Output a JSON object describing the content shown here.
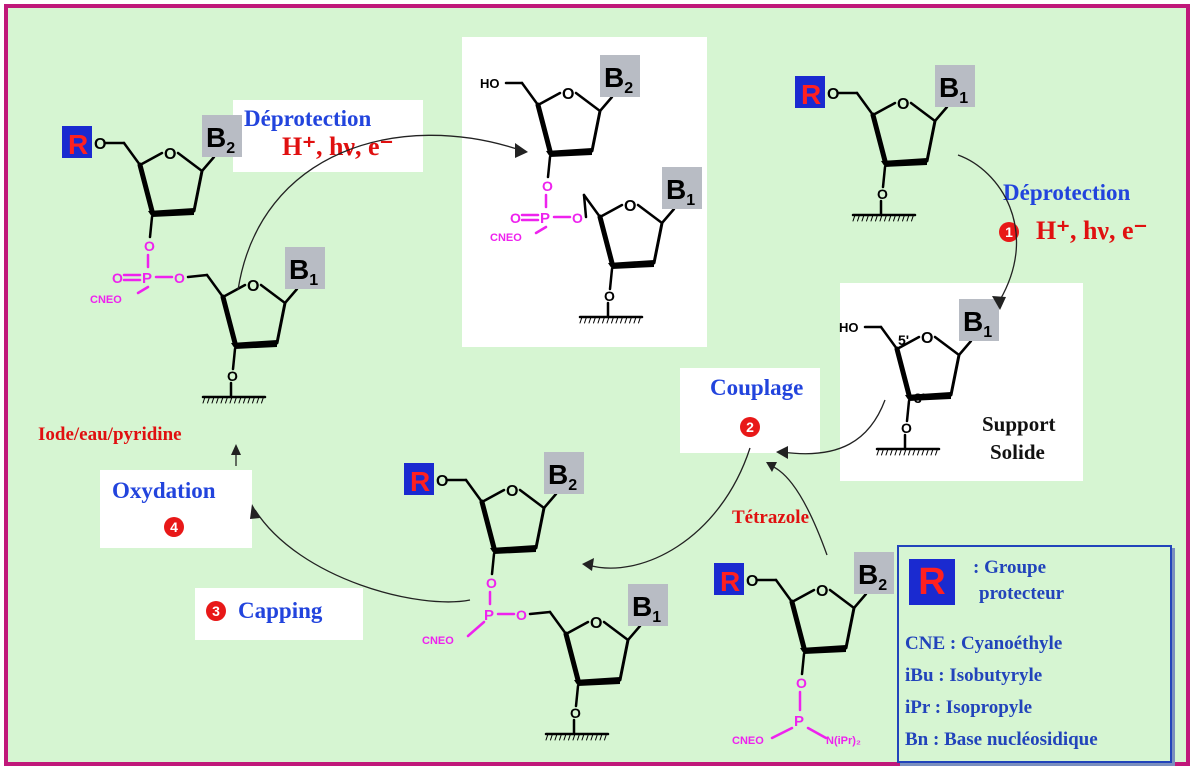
{
  "deprotect_top": {
    "title": "Déprotection",
    "conditions": "H⁺, hν, e⁻"
  },
  "deprotect_right": {
    "title": "Déprotection",
    "step": "1",
    "conditions": "H⁺, hν, e⁻"
  },
  "couplage": {
    "title": "Couplage",
    "step": "2"
  },
  "capping": {
    "title": "Capping",
    "step": "3"
  },
  "oxydation": {
    "title": "Oxydation",
    "step": "4"
  },
  "reagents": {
    "iodine": "Iode/eau/pyridine",
    "tetrazole": "Tétrazole"
  },
  "support": {
    "line1": "Support",
    "line2": "Solide"
  },
  "atoms": {
    "ho": "HO",
    "o": "O",
    "p": "P",
    "r": "R",
    "cneo": "CNEO",
    "npr": "N(iPr)₂",
    "b1": "B1",
    "b2": "B2",
    "five": "5'",
    "three": "3'"
  },
  "legend": {
    "r_badge": "R",
    "r_desc_1": ": Groupe",
    "r_desc_2": "protecteur",
    "cne": "CNE : Cyanoéthyle",
    "ibu": "iBu : Isobutyryle",
    "ipr": "iPr : Isopropyle",
    "bn": "Bn : Base nucléosidique"
  },
  "colors": {
    "frame": "#c0187a",
    "background": "#d6f5d2",
    "label_blue": "#2244dd",
    "label_red": "#e01010",
    "phosphate": "#ee22ee",
    "badge": "#1a2ad0",
    "base_box": "#b8bcc4"
  }
}
